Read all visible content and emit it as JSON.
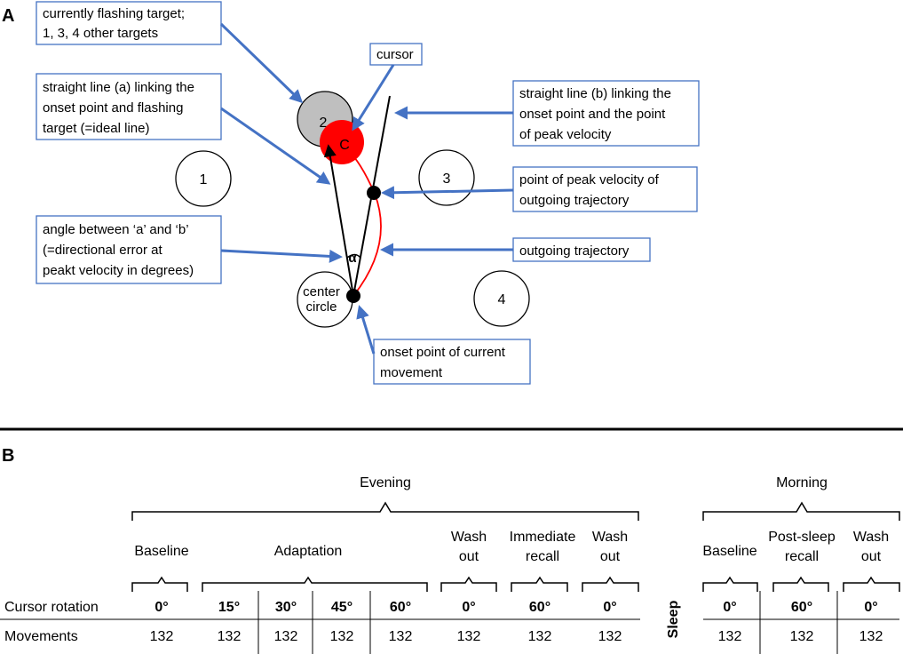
{
  "panel_a": {
    "letter": "A",
    "targets": {
      "t1": "1",
      "t2": "2",
      "t3": "3",
      "t4": "4",
      "cursor": "C",
      "center": [
        "center",
        "circle"
      ],
      "alpha": "α"
    },
    "annotations": {
      "flashing": [
        "currently flashing target;",
        "1, 3, 4 other targets"
      ],
      "cursor": [
        "cursor"
      ],
      "line_a": [
        "straight line (a) linking the",
        "onset point and flashing",
        "target (=ideal line)"
      ],
      "line_b": [
        "straight line (b) linking the",
        "onset point and the point",
        "of peak velocity"
      ],
      "peak": [
        "point of peak velocity of",
        "outgoing trajectory"
      ],
      "angle": [
        "angle between ‘a’ and ‘b’",
        "(=directional error at",
        "peakt velocity in degrees)"
      ],
      "trajectory": [
        "outgoing trajectory"
      ],
      "onset": [
        "onset point of current",
        "movement"
      ]
    },
    "colors": {
      "arrow": "#4472c4",
      "cursor": "#ff0000",
      "flashing": "#bfbfbf",
      "trajectory": "#ff0000"
    }
  },
  "panel_b": {
    "letter": "B",
    "sessions": {
      "evening": "Evening",
      "morning": "Morning"
    },
    "phases": {
      "baseline": [
        "Baseline"
      ],
      "adaptation": [
        "Adaptation"
      ],
      "washout1": [
        "Wash",
        "out"
      ],
      "immediate": [
        "Immediate",
        "recall"
      ],
      "washout2": [
        "Wash",
        "out"
      ],
      "baseline_m": [
        "Baseline"
      ],
      "postsleep": [
        "Post-sleep",
        "recall"
      ],
      "washout_m": [
        "Wash",
        "out"
      ]
    },
    "row_labels": {
      "rotation": "Cursor rotation",
      "movements": "Movements",
      "sleep": "Sleep"
    },
    "rotations": [
      "0°",
      "15°",
      "30°",
      "45°",
      "60°",
      "0°",
      "60°",
      "0°",
      "0°",
      "60°",
      "0°"
    ],
    "movements": [
      "132",
      "132",
      "132",
      "132",
      "132",
      "132",
      "132",
      "132",
      "132",
      "132",
      "132"
    ]
  }
}
